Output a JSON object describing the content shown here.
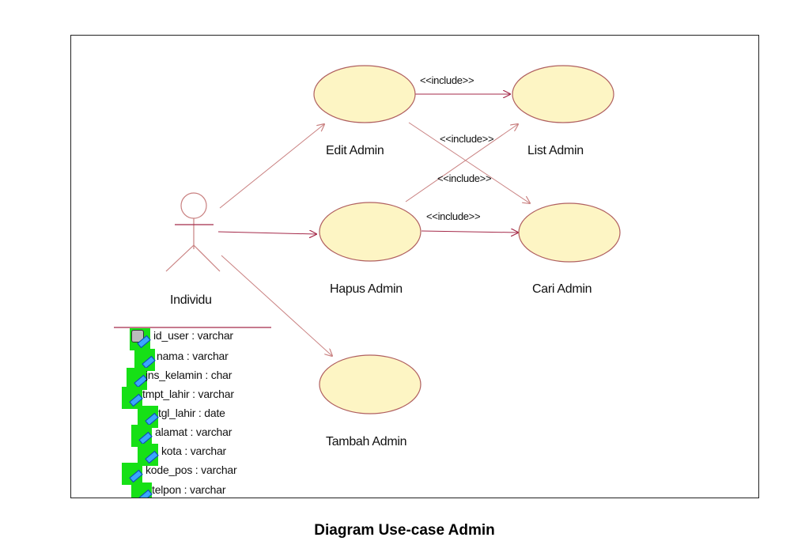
{
  "caption": "Diagram Use-case Admin",
  "actor": {
    "name": "Individu"
  },
  "use_cases": {
    "edit": "Edit Admin",
    "list": "List Admin",
    "hapus": "Hapus Admin",
    "cari": "Cari Admin",
    "tambah": "Tambah Admin"
  },
  "relations": {
    "include_1": "<<include>>",
    "include_2": "<<include>>",
    "include_3": "<<include>>",
    "include_4": "<<include>>"
  },
  "attributes": [
    {
      "text": "id_user : varchar",
      "icon": "lock-icon"
    },
    {
      "text": "nama : varchar",
      "icon": "pencil-icon"
    },
    {
      "text": "jns_kelamin : char",
      "icon": "pencil-icon"
    },
    {
      "text": "tmpt_lahir : varchar",
      "icon": "pencil-icon"
    },
    {
      "text": "tgl_lahir : date",
      "icon": "pencil-icon"
    },
    {
      "text": "alamat : varchar",
      "icon": "pencil-icon"
    },
    {
      "text": "kota : varchar",
      "icon": "pencil-icon"
    },
    {
      "text": "kode_pos : varchar",
      "icon": "pencil-icon"
    },
    {
      "text": "telpon : varchar",
      "icon": "pencil-icon"
    }
  ],
  "colors": {
    "ellipse_fill": "#fdf5c4",
    "ellipse_stroke": "#b06060",
    "line": "#c98080",
    "arrow_strong": "#a52a4a",
    "icon_bg": "#16e016"
  }
}
